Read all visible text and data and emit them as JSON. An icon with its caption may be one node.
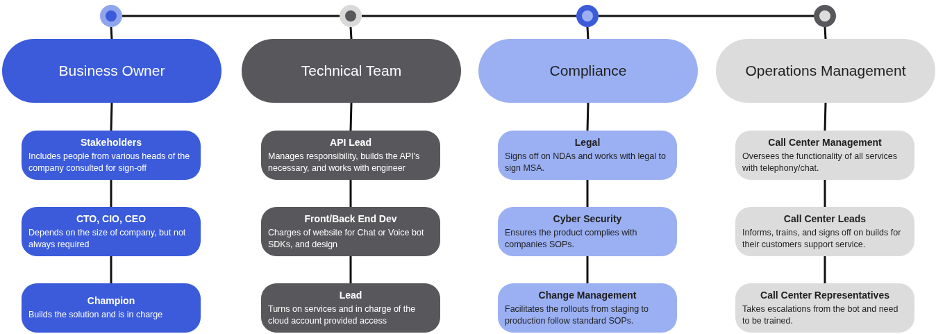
{
  "diagram": {
    "nodes": [
      {
        "text": [],
        "shape": "circle"
      },
      {
        "text": [],
        "shape": "circle"
      },
      {
        "text": [],
        "shape": "circle"
      },
      {
        "text": [],
        "shape": "circle"
      },
      {
        "text": [
          "Business Owner"
        ]
      },
      {
        "text": [
          "Technical Team"
        ]
      },
      {
        "text": [
          "Compliance"
        ]
      },
      {
        "text": [
          "Operations Management"
        ]
      },
      {
        "text": [
          "Stakeholders",
          "Includes people from various heads of the company consulted for sign-off"
        ]
      },
      {
        "text": [
          "CTO, CIO, CEO",
          "Depends on the size of company, but not always required"
        ]
      },
      {
        "text": [
          "Champion",
          "Builds the solution and is in charge"
        ]
      },
      {
        "text": [
          "API Lead",
          "Manages responsibility, builds the API's necessary, and works with engineer"
        ]
      },
      {
        "text": [
          "Front/Back End Dev",
          "Charges of website for Chat or Voice bot SDKs, and design"
        ]
      },
      {
        "text": [
          "Lead",
          "Turns on services and in charge of the cloud account provided access"
        ]
      },
      {
        "text": [
          "Legal",
          "Signs off on NDAs and works with legal to sign MSA."
        ]
      },
      {
        "text": [
          "Cyber Security",
          "Ensures the product complies with companies SOPs."
        ]
      },
      {
        "text": [
          "Change Management",
          "Facilitates the rollouts from staging to production follow standard SOPs."
        ]
      },
      {
        "text": [
          "Call Center Management",
          "Oversees the functionality of all services with telephony/chat."
        ]
      },
      {
        "text": [
          "Call Center Leads",
          "Informs, trains, and signs off on builds for their customers support service."
        ]
      },
      {
        "text": [
          "Call Center Representatives",
          "Takes escalations from the bot and need to be trained."
        ]
      }
    ],
    "edges": [
      {
        "from": 0,
        "to": 1,
        "arrow": "none"
      },
      {
        "from": 1,
        "to": 2,
        "arrow": "none"
      },
      {
        "from": 2,
        "to": 3,
        "arrow": "none"
      },
      {
        "from": 0,
        "to": 4,
        "arrow": "none"
      },
      {
        "from": 1,
        "to": 5,
        "arrow": "none"
      },
      {
        "from": 2,
        "to": 6,
        "arrow": "none"
      },
      {
        "from": 3,
        "to": 7,
        "arrow": "none"
      },
      {
        "from": 4,
        "to": 8,
        "arrow": "none"
      },
      {
        "from": 8,
        "to": 9,
        "arrow": "none"
      },
      {
        "from": 9,
        "to": 10,
        "arrow": "none"
      },
      {
        "from": 5,
        "to": 11,
        "arrow": "none"
      },
      {
        "from": 11,
        "to": 12,
        "arrow": "none"
      },
      {
        "from": 12,
        "to": 13,
        "arrow": "none"
      },
      {
        "from": 6,
        "to": 14,
        "arrow": "none"
      },
      {
        "from": 14,
        "to": 15,
        "arrow": "none"
      },
      {
        "from": 15,
        "to": 16,
        "arrow": "none"
      },
      {
        "from": 7,
        "to": 17,
        "arrow": "none"
      },
      {
        "from": 17,
        "to": 18,
        "arrow": "none"
      },
      {
        "from": 18,
        "to": 19,
        "arrow": "none"
      }
    ]
  }
}
